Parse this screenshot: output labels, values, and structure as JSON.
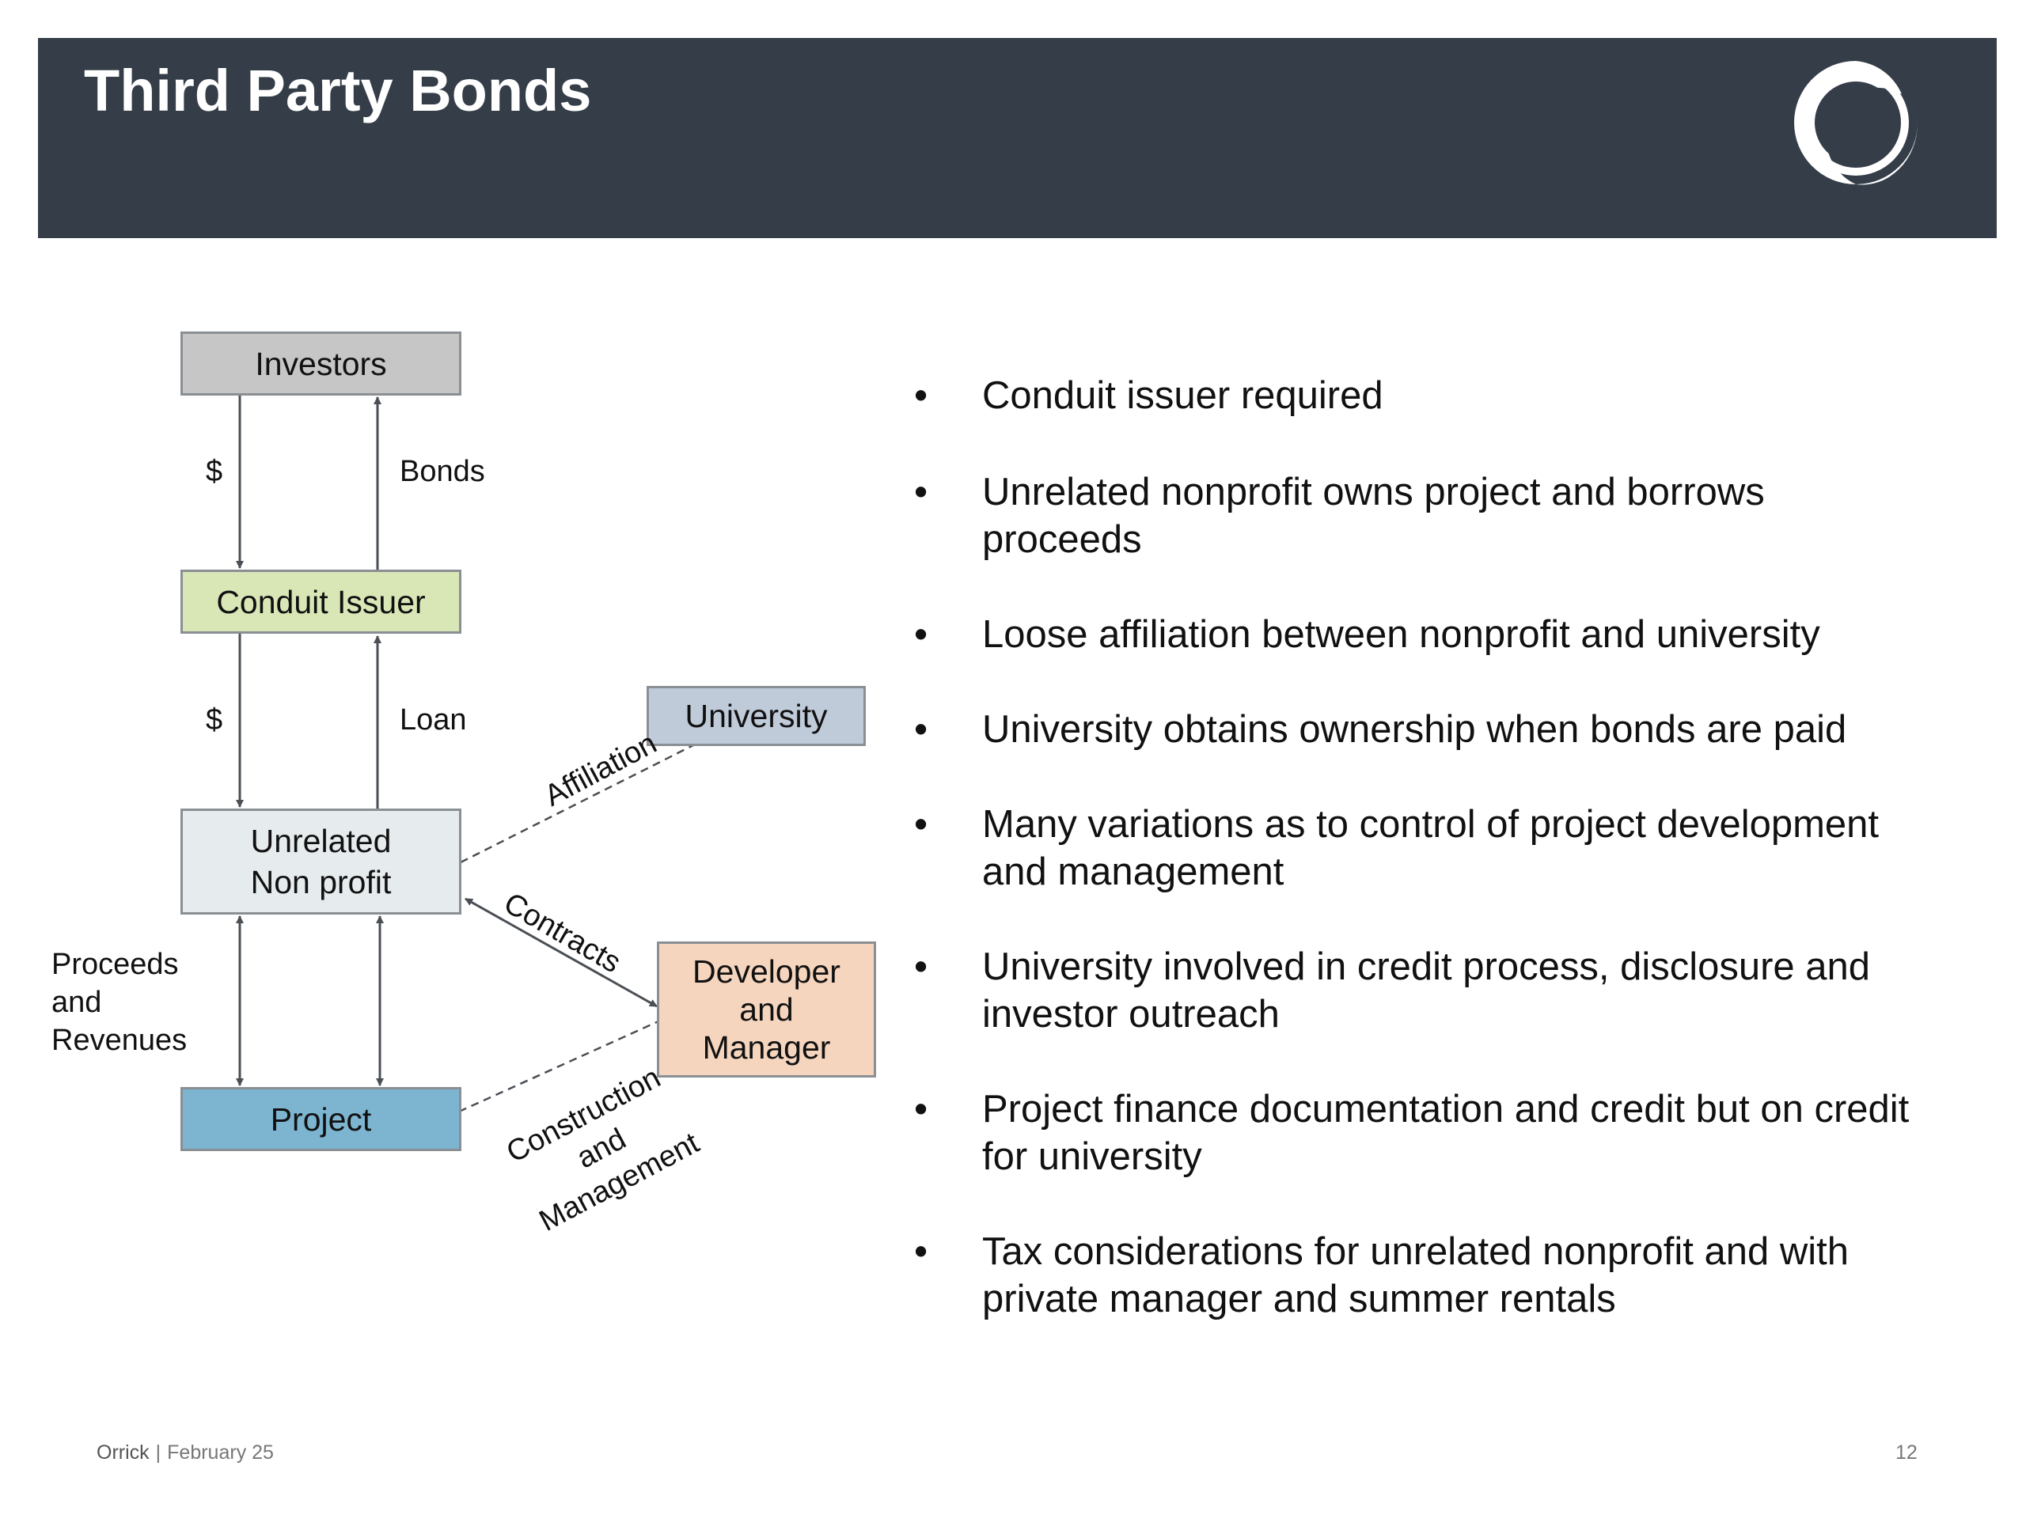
{
  "header": {
    "title": "Third Party Bonds",
    "logo_icon": "orrick-ring-logo-icon",
    "background": "#353e48"
  },
  "diagram": {
    "nodes": {
      "investors": {
        "label": "Investors",
        "color": "#c6c6c6"
      },
      "conduit_issuer": {
        "label": "Conduit Issuer",
        "color": "#d9e7b7"
      },
      "university": {
        "label": "University",
        "color": "#c0cbda"
      },
      "nonprofit": {
        "label": "Unrelated\nNon profit",
        "color": "#e6ecee"
      },
      "developer": {
        "label": "Developer\nand\nManager",
        "color": "#f6d5bf"
      },
      "project": {
        "label": "Project",
        "color": "#7db4d0"
      }
    },
    "edge_labels": {
      "dollar_top": "$",
      "bonds": "Bonds",
      "dollar_mid": "$",
      "loan": "Loan",
      "affiliation": "Affiliation",
      "contracts": "Contracts",
      "proceeds": "Proceeds\nand\nRevenues",
      "construction": "Construction\nand\nManagement"
    }
  },
  "bullets": [
    "Conduit issuer required",
    "Unrelated nonprofit owns project and borrows proceeds",
    "Loose affiliation between nonprofit and university",
    "University obtains ownership when bonds are paid",
    "Many variations as to control of project development and management",
    "University involved in credit process, disclosure and investor outreach",
    "Project finance documentation and credit but on credit for university",
    "Tax considerations for unrelated nonprofit and with private manager and summer rentals"
  ],
  "bullet_glyph": "•",
  "footer": {
    "company": "Orrick",
    "separator": "|",
    "date": "February 25",
    "page": "12"
  }
}
